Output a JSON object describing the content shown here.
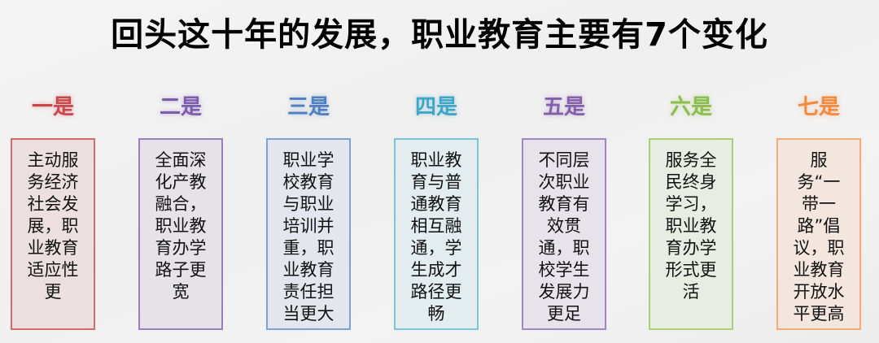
{
  "title": "回头这十年的发展，职业教育主要有7个变化",
  "items": [
    {
      "label": "一是",
      "text": "主动服务经济社会发展，职业教育适应性更",
      "color": "#c9474a",
      "border": "#d46a6a",
      "fill": "#ebdfdf"
    },
    {
      "label": "二是",
      "text": "全面深化产教融合，职业教育办学路子更宽",
      "color": "#7d5cab",
      "border": "#9a7fc0",
      "fill": "#e5e2e8"
    },
    {
      "label": "三是",
      "text": "职业学校教育与职业培训并重，职业教育责任担当更大",
      "color": "#4f7fbf",
      "border": "#7fa1d0",
      "fill": "#e3e7ed"
    },
    {
      "label": "四是",
      "text": "职业教育与普通教育相互融通，学生成才路径更畅",
      "color": "#3fa6c4",
      "border": "#7fc4d6",
      "fill": "#e3ecef"
    },
    {
      "label": "五是",
      "text": "不同层次职业教育有效贯通，职校学生发展力更足",
      "color": "#8360aa",
      "border": "#a286c2",
      "fill": "#e6e3ea"
    },
    {
      "label": "六是",
      "text": "服务全民终身学习，职业教育办学形式更活",
      "color": "#8cbc4e",
      "border": "#a9cf7b",
      "fill": "#e8ece2"
    },
    {
      "label": "七是",
      "text": "服务“一带一路”倡议，职业教育开放水平更高",
      "color": "#f08a3e",
      "border": "#f4ab7a",
      "fill": "#f2e6df"
    }
  ]
}
